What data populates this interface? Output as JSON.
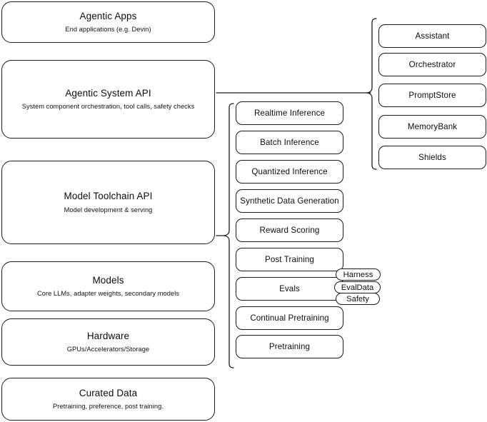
{
  "diagram": {
    "title": "AI stack layered architecture diagram",
    "stroke_color": "#1a1a1a",
    "background_color": "#ffffff"
  },
  "layers": [
    {
      "title": "Agentic Apps",
      "subtitle": "End applications (e.g. Devin)"
    },
    {
      "title": "Agentic System API",
      "subtitle": "System component orchestration, tool calls, safety checks"
    },
    {
      "title": "Model Toolchain API",
      "subtitle": "Model development & serving"
    },
    {
      "title": "Models",
      "subtitle": "Core LLMs, adapter weights, secondary models"
    },
    {
      "title": "Hardware",
      "subtitle": "GPUs/Accelerators/Storage"
    },
    {
      "title": "Curated Data",
      "subtitle": "Pretraining, preference, post training."
    }
  ],
  "toolchain_capabilities": [
    {
      "label": "Realtime Inference"
    },
    {
      "label": "Batch Inference"
    },
    {
      "label": "Quantized Inference"
    },
    {
      "label": "Synthetic Data Generation"
    },
    {
      "label": "Reward Scoring"
    },
    {
      "label": "Post Training"
    },
    {
      "label": "Evals"
    },
    {
      "label": "Continual Pretraining"
    },
    {
      "label": "Pretraining"
    }
  ],
  "eval_badges": [
    {
      "label": "Harness"
    },
    {
      "label": "EvalData"
    },
    {
      "label": "Safety"
    }
  ],
  "agentic_components": [
    {
      "label": "Assistant"
    },
    {
      "label": "Orchestrator"
    },
    {
      "label": "PromptStore"
    },
    {
      "label": "MemoryBank"
    },
    {
      "label": "Shields"
    }
  ]
}
